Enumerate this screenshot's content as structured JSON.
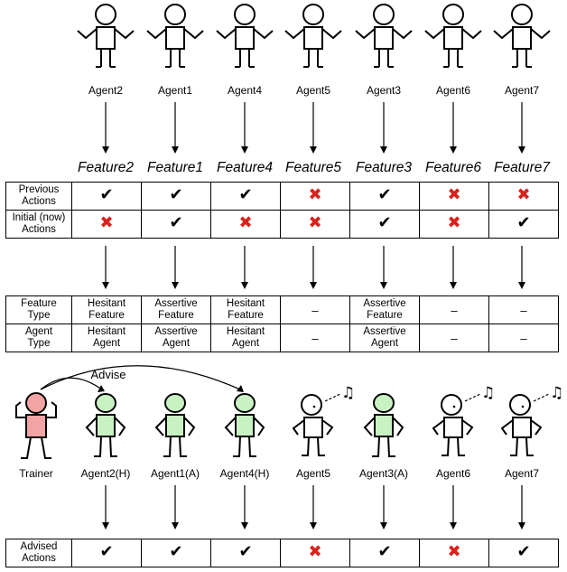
{
  "top_agents": [
    "Agent2",
    "Agent1",
    "Agent4",
    "Agent5",
    "Agent3",
    "Agent6",
    "Agent7"
  ],
  "features": [
    "Feature2",
    "Feature1",
    "Feature4",
    "Feature5",
    "Feature3",
    "Feature6",
    "Feature7"
  ],
  "actions_table": {
    "rows": [
      {
        "header": [
          "Previous",
          "Actions"
        ],
        "marks": [
          "check",
          "check",
          "check",
          "cross",
          "check",
          "cross",
          "cross"
        ]
      },
      {
        "header": [
          "Initial (now)",
          "Actions"
        ],
        "marks": [
          "cross",
          "check",
          "cross",
          "cross",
          "check",
          "cross",
          "check"
        ]
      }
    ]
  },
  "type_table": {
    "rows": [
      {
        "header": [
          "Feature",
          "Type"
        ],
        "cells": [
          [
            "Hesitant",
            "Feature"
          ],
          [
            "Assertive",
            "Feature"
          ],
          [
            "Hesitant",
            "Feature"
          ],
          [
            "–"
          ],
          [
            "Assertive",
            "Feature"
          ],
          [
            "–"
          ],
          [
            "–"
          ]
        ]
      },
      {
        "header": [
          "Agent",
          "Type"
        ],
        "cells": [
          [
            "Hesitant",
            "Agent"
          ],
          [
            "Assertive",
            "Agent"
          ],
          [
            "Hesitant",
            "Agent"
          ],
          [
            "–"
          ],
          [
            "Assertive",
            "Agent"
          ],
          [
            "–"
          ],
          [
            "–"
          ]
        ]
      }
    ]
  },
  "advise_label": "Advise",
  "trainer_label": "Trainer",
  "bottom_agents": [
    {
      "label": "Agent2(H)",
      "kind": "advised"
    },
    {
      "label": "Agent1(A)",
      "kind": "advised"
    },
    {
      "label": "Agent4(H)",
      "kind": "advised"
    },
    {
      "label": "Agent5",
      "kind": "idle"
    },
    {
      "label": "Agent3(A)",
      "kind": "advised"
    },
    {
      "label": "Agent6",
      "kind": "idle"
    },
    {
      "label": "Agent7",
      "kind": "idle"
    }
  ],
  "advised_table": {
    "header": [
      "Advised",
      "Actions"
    ],
    "marks": [
      "check",
      "check",
      "check",
      "cross",
      "check",
      "cross",
      "check"
    ]
  },
  "glyphs": {
    "check": "✔",
    "cross": "✖",
    "note": "♫"
  },
  "colors": {
    "trainer_fill": "#f2a3a3",
    "advised_fill": "#c9f2c3",
    "cross": "#d6231d",
    "line": "#000000"
  }
}
